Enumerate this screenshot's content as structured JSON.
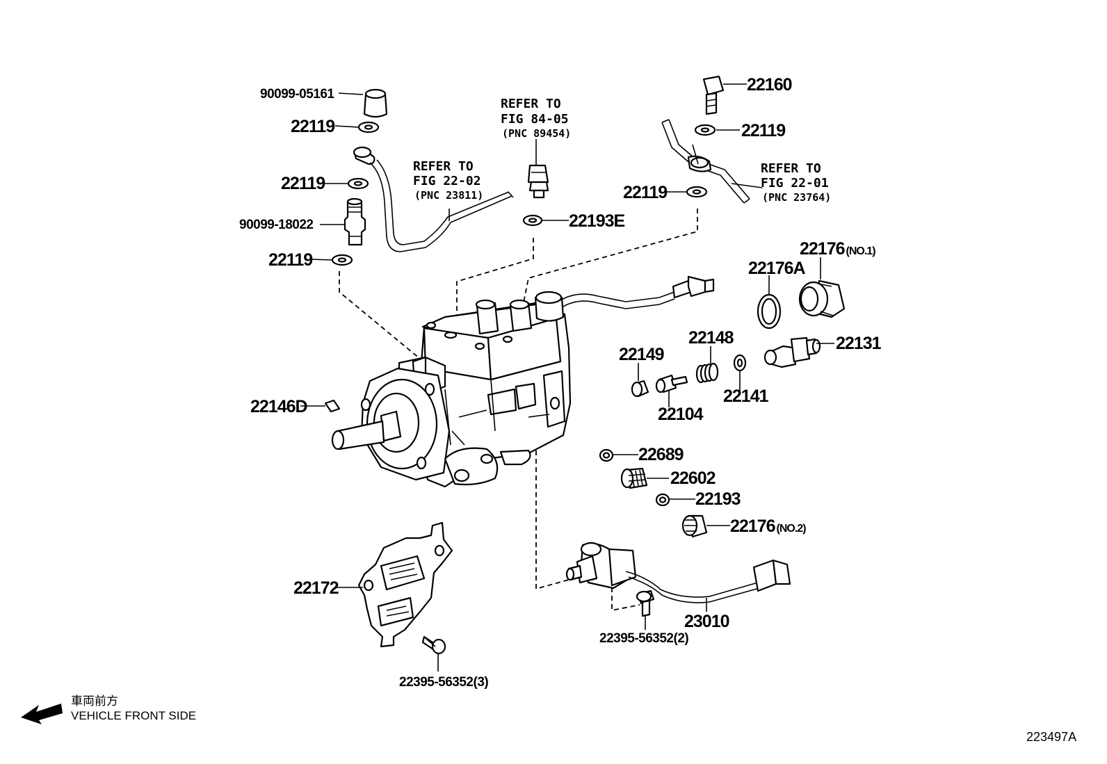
{
  "diagram_id": "223497A",
  "vehicle_front": {
    "cjk": "車両前方",
    "english": "VEHICLE FRONT SIDE"
  },
  "labels": {
    "p90099_05161": "90099-05161",
    "p22119_a": "22119",
    "p22119_b": "22119",
    "p90099_18022": "90099-18022",
    "p22119_c": "22119",
    "p22119_d": "22119",
    "p22119_e": "22119",
    "p22160": "22160",
    "p22193e": "22193E",
    "p22176_no1": "22176",
    "p22176_no1_suffix": "(NO.1)",
    "p22176a": "22176A",
    "p22148": "22148",
    "p22149": "22149",
    "p22131": "22131",
    "p22104": "22104",
    "p22141": "22141",
    "p22146d": "22146D",
    "p22689": "22689",
    "p22602": "22602",
    "p22193": "22193",
    "p22176_no2": "22176",
    "p22176_no2_suffix": "(NO.2)",
    "p22172": "22172",
    "p23010": "23010",
    "p22395_2": "22395-56352(2)",
    "p22395_3": "22395-56352(3)"
  },
  "refers": [
    {
      "l1": "REFER TO",
      "l2": "FIG 84-05",
      "l3": "(PNC 89454)"
    },
    {
      "l1": "REFER TO",
      "l2": "FIG 22-02",
      "l3": "(PNC 23811)"
    },
    {
      "l1": "REFER TO",
      "l2": "FIG 22-01",
      "l3": "(PNC 23764)"
    }
  ]
}
